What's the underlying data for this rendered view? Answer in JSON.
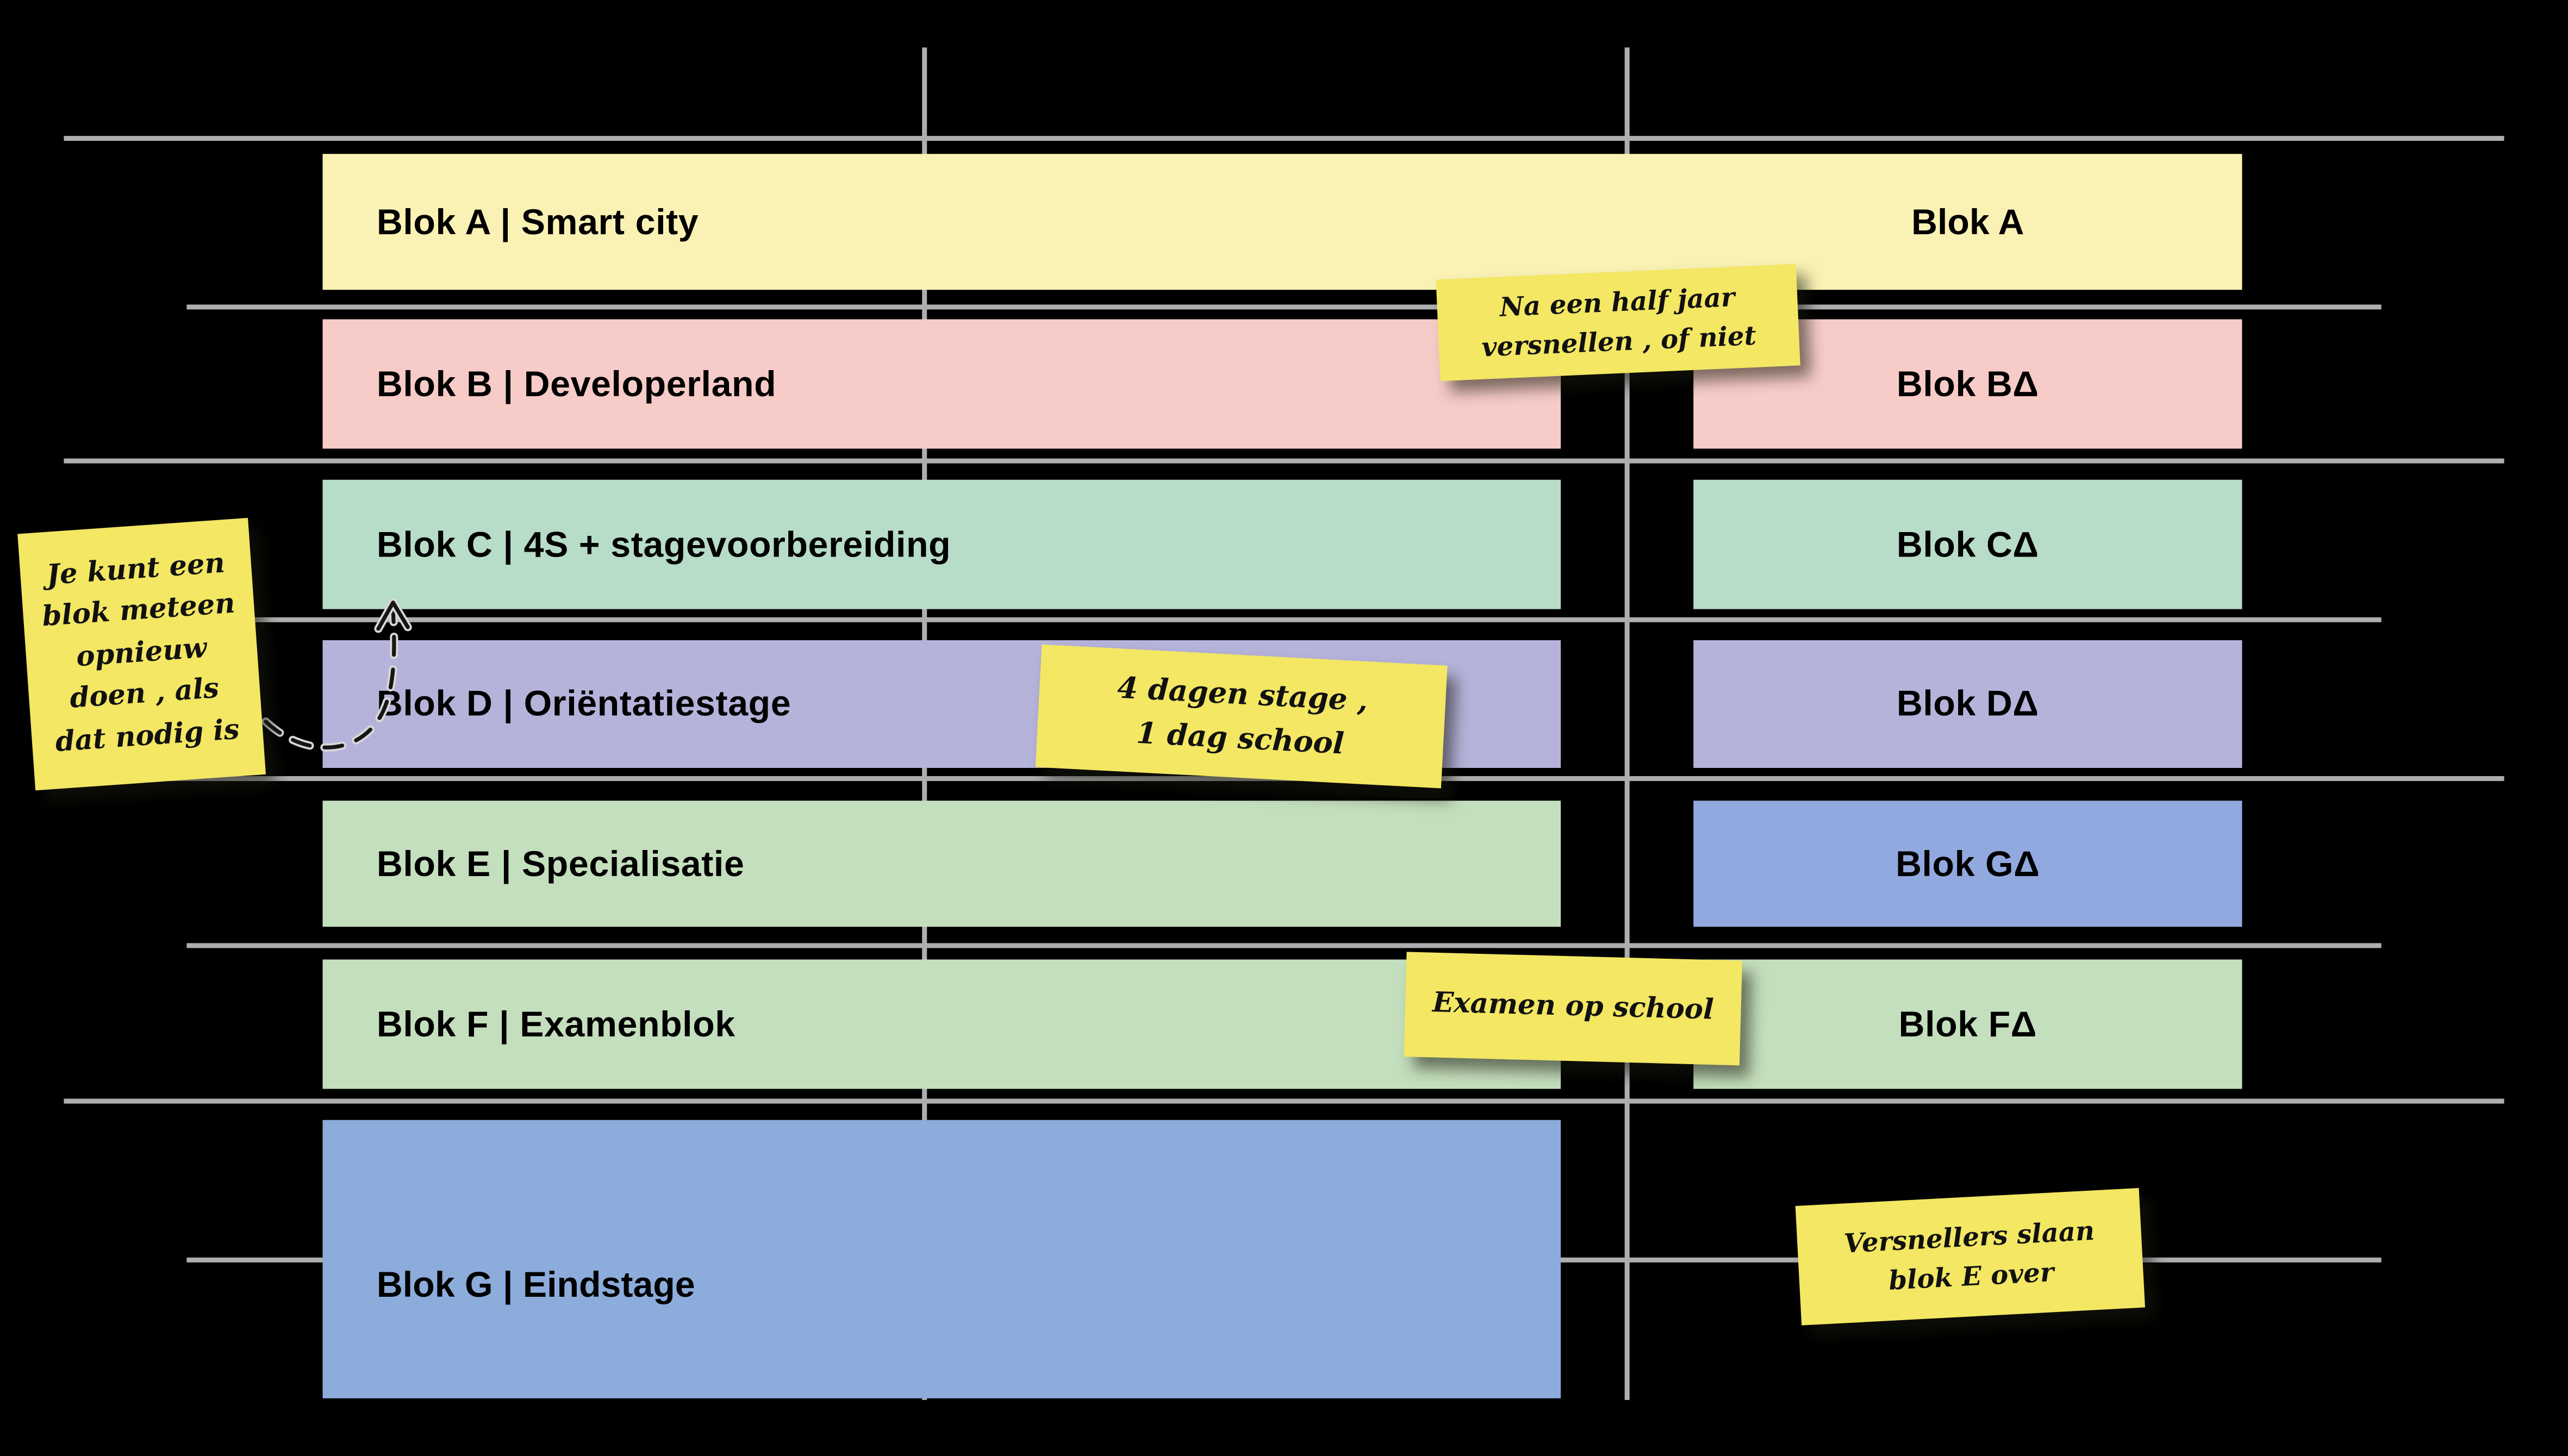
{
  "board": {
    "background": "#000000",
    "gridline_color": "#ADAEB0",
    "sticky_color": "#F3E763",
    "text_color": "#000000"
  },
  "rows": [
    {
      "id": "A",
      "left_label": "Blok A | Smart city",
      "right_label": "Blok A",
      "color": "#FAF2B4",
      "right_color": "#FAF2B4"
    },
    {
      "id": "B",
      "left_label": "Blok B | Developerland",
      "right_label": "Blok BΔ",
      "color": "#F7CBC7",
      "right_color": "#F7CBC7"
    },
    {
      "id": "C",
      "left_label": "Blok C | 4S + stagevoorbereiding",
      "right_label": "Blok CΔ",
      "color": "#B7DCC8",
      "right_color": "#B7DCC8"
    },
    {
      "id": "D",
      "left_label": "Blok D | Oriëntatiestage",
      "right_label": "Blok DΔ",
      "color": "#B6B3DB",
      "right_color": "#B6B3DB"
    },
    {
      "id": "E",
      "left_label": "Blok E | Specialisatie",
      "right_label": "Blok GΔ",
      "color": "#C4DFBD",
      "right_color": "#92A9DF"
    },
    {
      "id": "F",
      "left_label": "Blok F | Examenblok",
      "right_label": "Blok FΔ",
      "color": "#C4DFBD",
      "right_color": "#C4DFBD"
    },
    {
      "id": "G",
      "left_label": "Blok G | Eindstage",
      "right_label": "",
      "color": "#8CACDB",
      "right_color": ""
    }
  ],
  "notes": {
    "redo": {
      "lines": [
        "Je kunt een",
        "blok meteen",
        "opnieuw",
        "doen , als",
        "dat nodig is"
      ]
    },
    "accelerate": {
      "lines": [
        "Na een half jaar",
        "versnellen , of niet"
      ]
    },
    "internship": {
      "lines": [
        "4 dagen stage ,",
        "1 dag school"
      ]
    },
    "exam": {
      "lines": [
        "Examen op school"
      ]
    },
    "skip": {
      "lines": [
        "Versnellers slaan",
        "blok E over"
      ]
    }
  }
}
